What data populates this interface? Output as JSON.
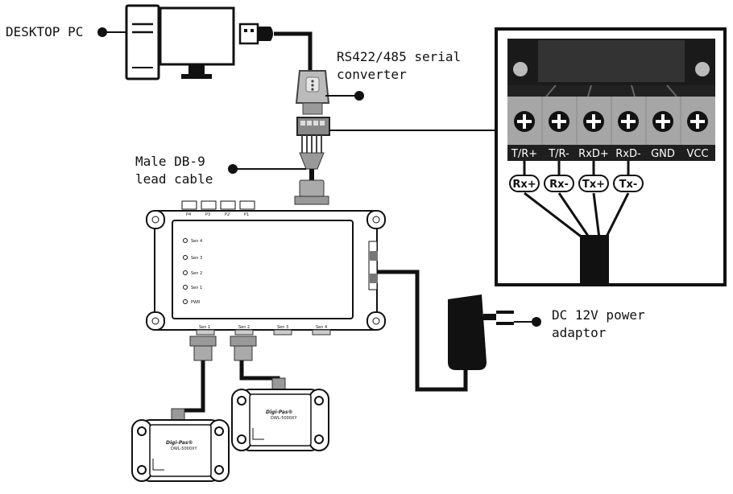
{
  "labels": {
    "desktop_pc": "DESKTOP PC",
    "converter": "RS422/485 serial\nconverter",
    "lead_cable": "Male DB-9\nlead cable",
    "power": "DC 12V power\nadaptor"
  },
  "terminal_block": {
    "pins": [
      "T/R+",
      "T/R-",
      "RxD+",
      "RxD-",
      "GND",
      "VCC"
    ],
    "wire_signals": [
      "Rx+",
      "Rx-",
      "Tx+",
      "Tx-"
    ]
  },
  "hub": {
    "top_ports": [
      "P4",
      "P3",
      "P2",
      "P1"
    ],
    "bottom_ports": [
      "Sen 1",
      "Sen 2",
      "Sen 3",
      "Sen 4"
    ],
    "indicators": [
      "Sen 4",
      "Sen 3",
      "Sen 2",
      "Sen 1",
      "PWR"
    ]
  },
  "sensors": {
    "brand": "Digi-Pas®",
    "model": "DWL-5000XY"
  }
}
